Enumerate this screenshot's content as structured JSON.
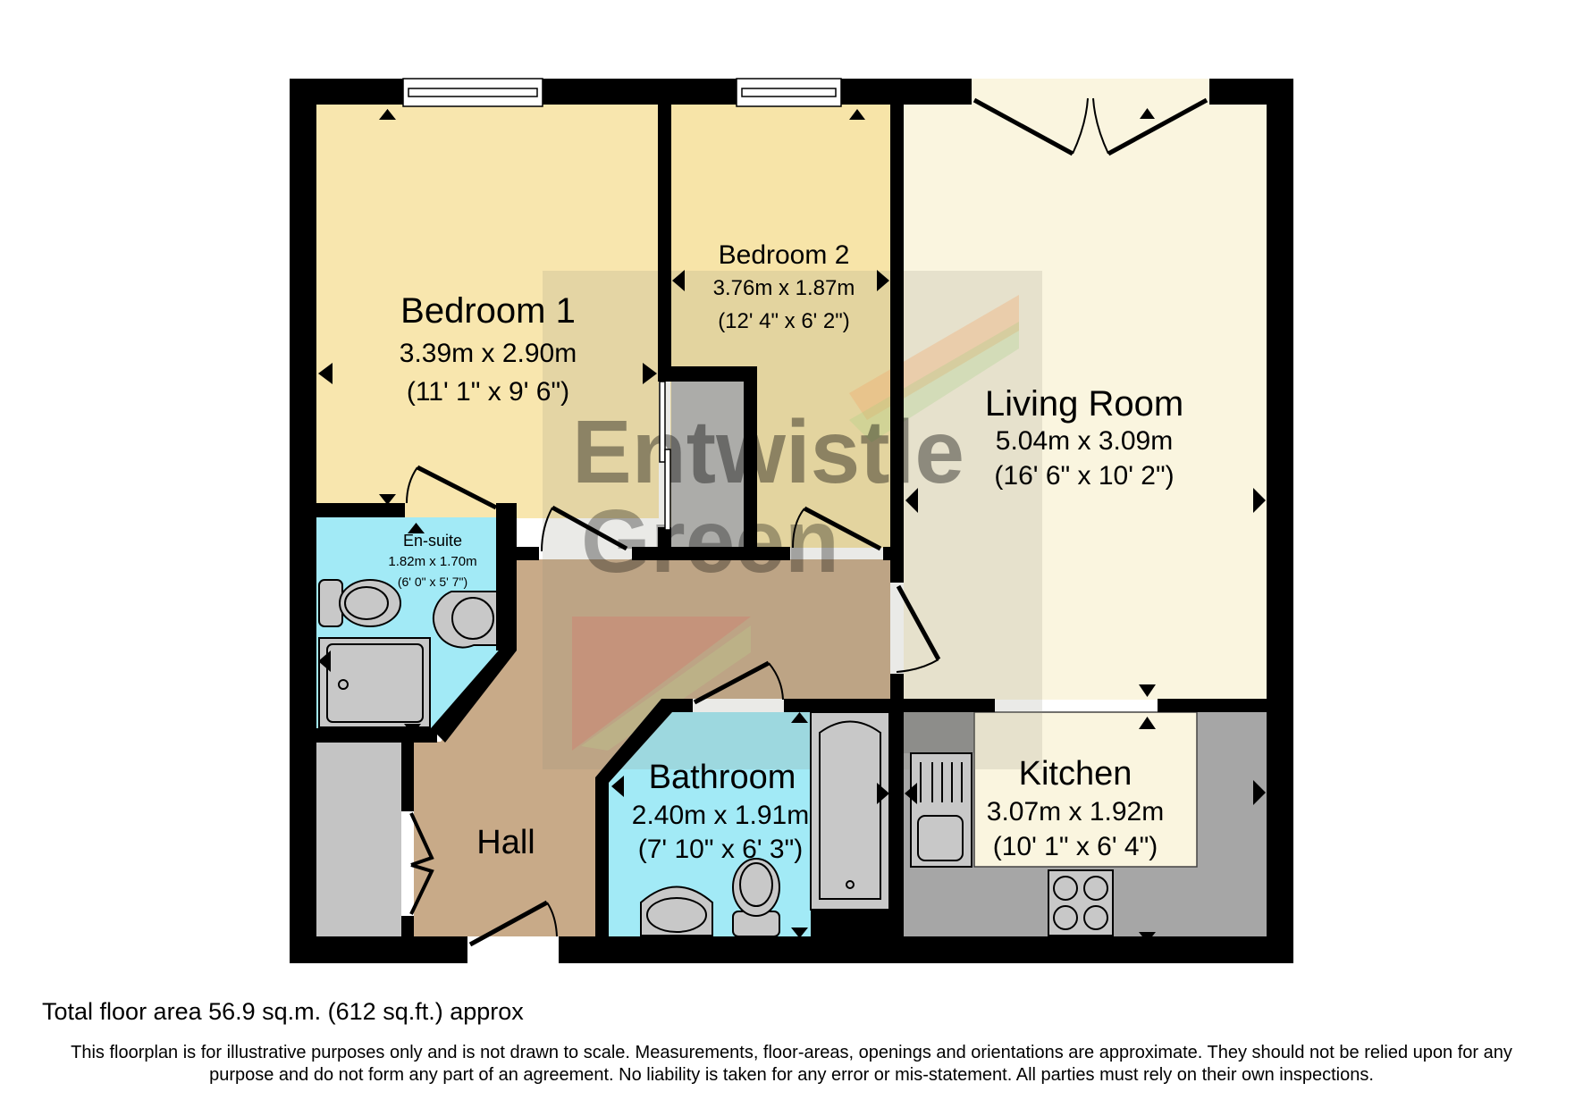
{
  "rooms": {
    "bedroom1": {
      "name": "Bedroom 1",
      "metric": "3.39m x 2.90m",
      "imperial": "(11' 1\" x 9' 6\")"
    },
    "bedroom2": {
      "name": "Bedroom 2",
      "metric": "3.76m x 1.87m",
      "imperial": "(12' 4\" x 6' 2\")"
    },
    "living": {
      "name": "Living Room",
      "metric": "5.04m x 3.09m",
      "imperial": "(16' 6\" x 10' 2\")"
    },
    "ensuite": {
      "name": "En-suite",
      "metric": "1.82m x 1.70m",
      "imperial": "(6' 0\" x 5' 7\")"
    },
    "hall": {
      "name": "Hall"
    },
    "bathroom": {
      "name": "Bathroom",
      "metric": "2.40m x 1.91m",
      "imperial": "(7' 10\" x 6' 3\")"
    },
    "kitchen": {
      "name": "Kitchen",
      "metric": "3.07m x 1.92m",
      "imperial": "(10' 1\" x 6' 4\")"
    }
  },
  "watermark": {
    "line1": "Entwistle",
    "line2": "Green"
  },
  "footer": {
    "total_area": "Total floor area 56.9 sq.m. (612 sq.ft.) approx",
    "disclaimer_line1": "This floorplan is for illustrative purposes only and is not drawn to scale. Measurements, floor-areas, openings and orientations are approximate. They should not be relied upon for any",
    "disclaimer_line2": "purpose and do not form any part of an agreement. No liability is taken for any error or mis-statement. All parties must rely on their own inspections."
  },
  "colors": {
    "bedroom": "#f8e6ae",
    "living": "#faf5df",
    "hall": "#c8aa88",
    "wet_room": "#a2eaf6",
    "worktop": "#a6a6a6",
    "fixture": "#c8c8c8",
    "wall": "#000000"
  }
}
